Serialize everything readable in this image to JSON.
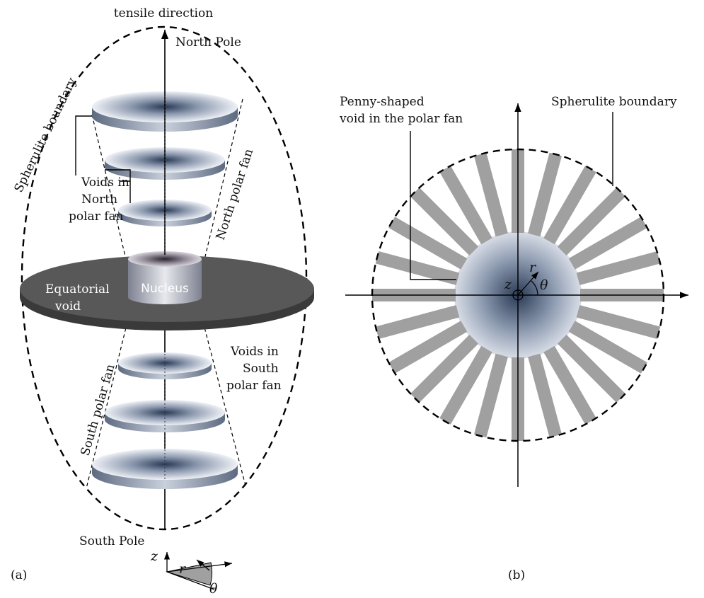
{
  "panel_a": {
    "panel_label": "(a)",
    "tensile_direction": "tensile direction",
    "north_pole": "North Pole",
    "south_pole": "South Pole",
    "spherulite_boundary": "Spherulite boundary",
    "voids_north": [
      "Voids in",
      "North",
      "polar fan"
    ],
    "north_polar_fan": "North polar fan",
    "south_polar_fan": "South polar fan",
    "voids_south": [
      "Voids in",
      "South",
      "polar fan"
    ],
    "equatorial_void": [
      "Equatorial",
      "void"
    ],
    "nucleus": "Nucleus",
    "axis_z": "z",
    "axis_r": "r",
    "axis_theta": "θ"
  },
  "panel_b": {
    "panel_label": "(b)",
    "penny_void": [
      "Penny-shaped",
      "void in the polar fan"
    ],
    "spherulite_boundary": "Spherulite boundary",
    "axis_z": "z",
    "axis_r": "r",
    "axis_theta": "θ",
    "radial_bar_count": 24
  },
  "colors": {
    "disk_dark": "#2a3a55",
    "disk_light": "#eef1f6",
    "equatorial_void": "#555555",
    "radial_bar": "#a0a0a0",
    "boundary": "#000000"
  }
}
